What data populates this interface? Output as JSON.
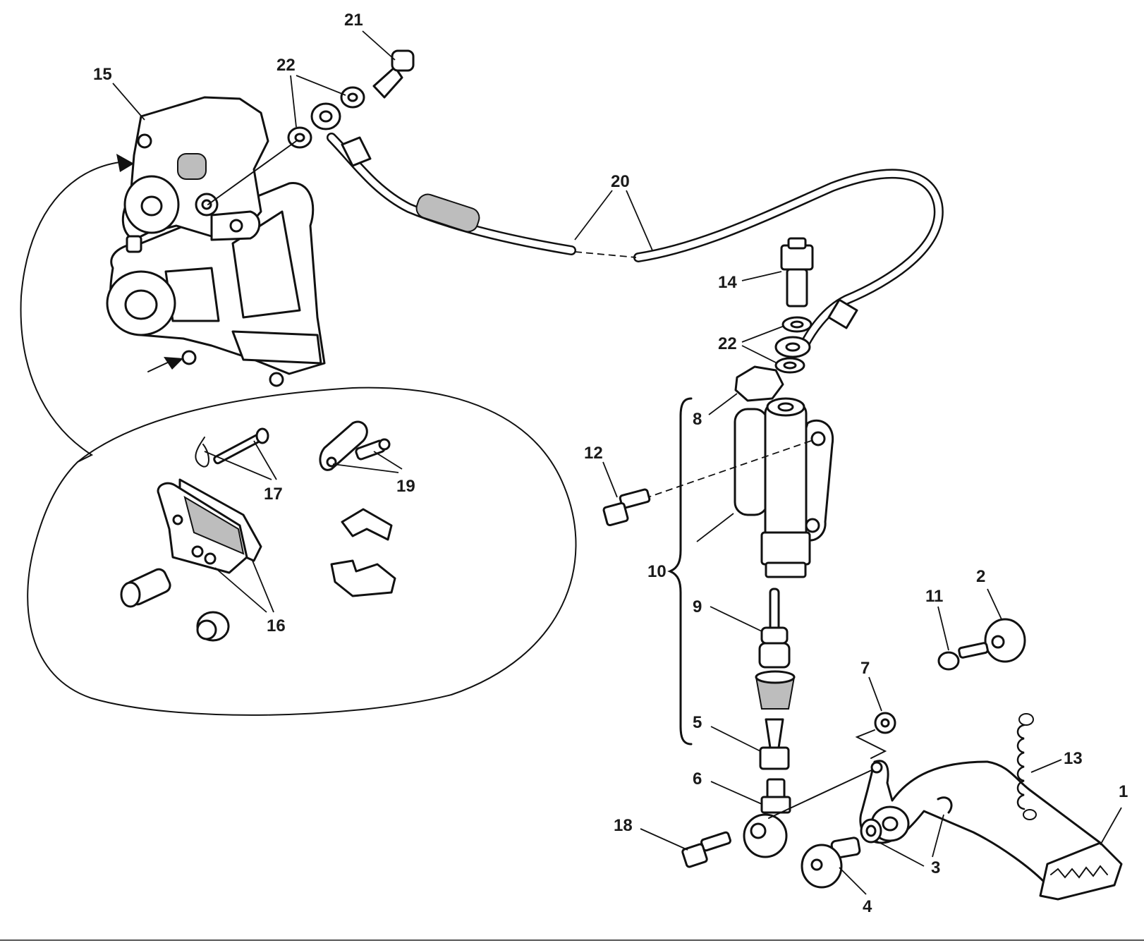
{
  "figure": {
    "background": "#ffffff",
    "line_color": "#111111",
    "callouts": {
      "c1": "1",
      "c2": "2",
      "c3": "3",
      "c4": "4",
      "c5": "5",
      "c6": "6",
      "c7": "7",
      "c8": "8",
      "c9": "9",
      "c10": "10",
      "c11": "11",
      "c12": "12",
      "c13": "13",
      "c14": "14",
      "c15": "15",
      "c16": "16",
      "c17": "17",
      "c18": "18",
      "c19": "19",
      "c20": "20",
      "c21": "21",
      "c22a": "22",
      "c22b": "22"
    }
  }
}
